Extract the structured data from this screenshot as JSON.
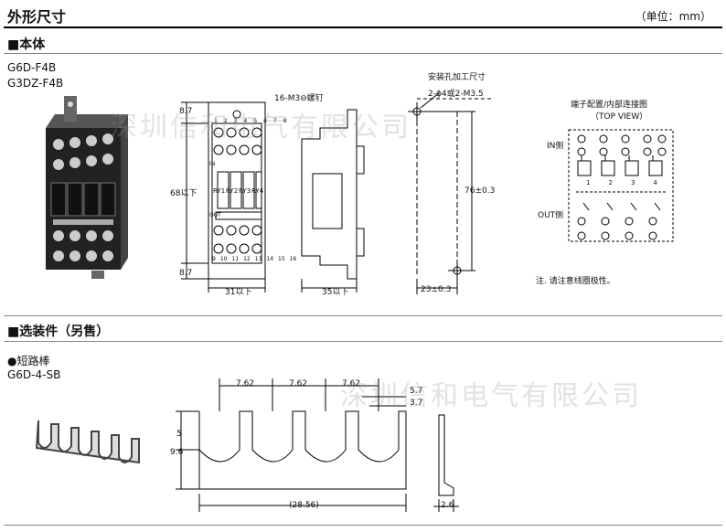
{
  "header": {
    "title": "外形尺寸",
    "unit": "（单位：mm）"
  },
  "section1": {
    "title": "■本体",
    "models": [
      "G6D-F4B",
      "G3DZ-F4B"
    ],
    "dims": {
      "top": "8.7",
      "height": "68以下",
      "bottom": "8.7",
      "width_front": "31以下",
      "width_side": "35以下",
      "screw": "16-M3⊖螺钉",
      "hole_span": "76±0.3",
      "hole_width": "23±0.3"
    },
    "mount_title": "安装孔加工尺寸",
    "mount_spec": "2-ϕ4或2-M3.5",
    "relay_labels": [
      "RY1",
      "RY2",
      "RY3",
      "RY4"
    ],
    "in_label": "IN",
    "out_label": "OUT",
    "terminals_top": [
      "1",
      "2",
      "3",
      "4",
      "5",
      "6",
      "7",
      "8"
    ],
    "terminals_bottom": [
      "9",
      "10",
      "11",
      "12",
      "13",
      "14",
      "15",
      "16"
    ],
    "schematic": {
      "title": "端子配置/内部连接图",
      "subtitle": "（TOP  VIEW）",
      "in_side": "IN侧",
      "out_side": "OUT侧",
      "channels": [
        "1",
        "2",
        "3",
        "4"
      ]
    },
    "note": "注.  请注意线圈极性。"
  },
  "section2": {
    "title": "■选装件（另售）",
    "item": "●短路棒",
    "model": "G6D-4-SB",
    "dims": {
      "pitch1": "7.62",
      "pitch2": "7.62",
      "pitch3": "7.62",
      "d57": "5.7",
      "d37": "3.7",
      "h5": "5",
      "h96": "9.6",
      "total": "(28.56)",
      "thick": "2.6"
    }
  },
  "watermark": "深圳信和电气有限公司"
}
